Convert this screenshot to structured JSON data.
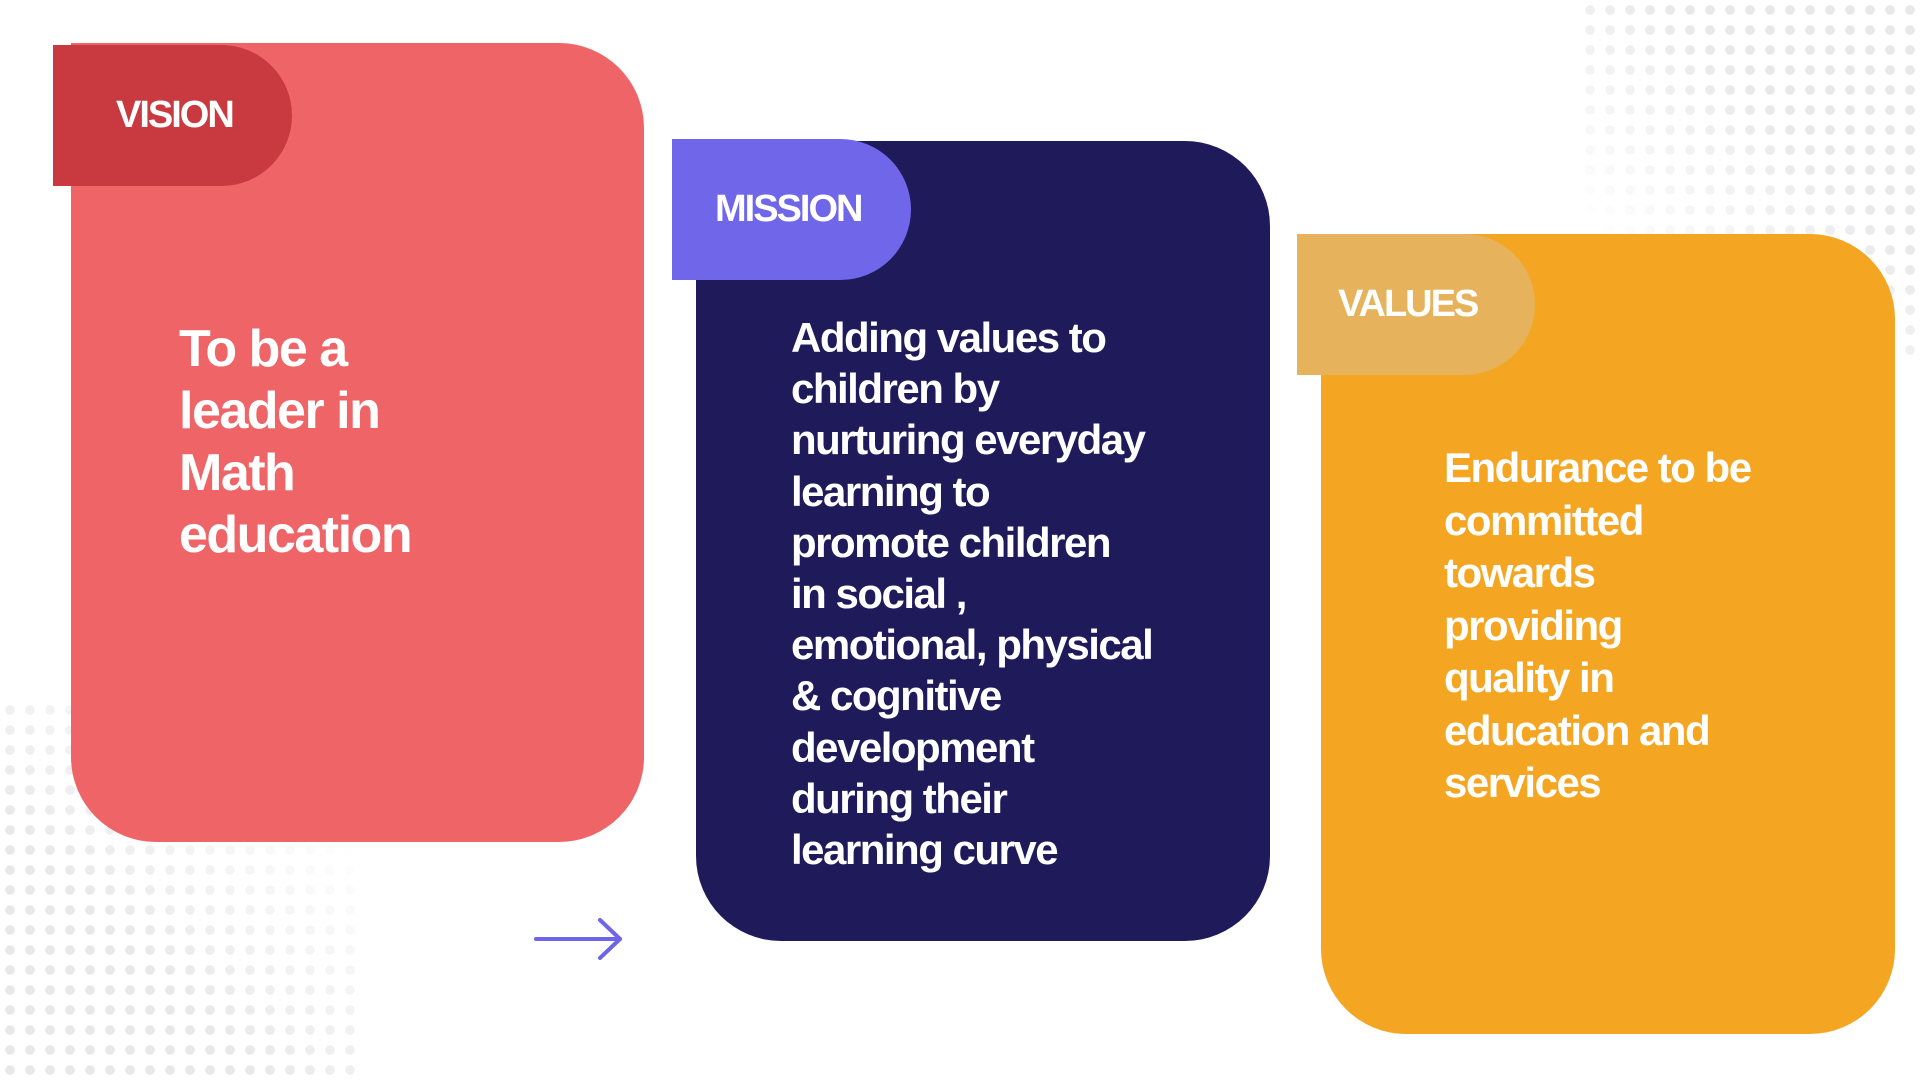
{
  "background_color": "#ffffff",
  "vision": {
    "label": "VISION",
    "lines": [
      "To be a",
      "leader in",
      "Math",
      "education"
    ],
    "card_color": "#ee6467",
    "tab_color": "#c83a3f"
  },
  "mission": {
    "label": "MISSION",
    "lines": [
      "Adding values to",
      "children by",
      "nurturing everyday",
      "learning to",
      "promote children",
      "in social ,",
      "emotional, physical",
      "& cognitive",
      "development",
      "during their",
      "learning curve"
    ],
    "card_color": "#1f1b5b",
    "tab_color": "#7066ea"
  },
  "values": {
    "label": "VALUES",
    "lines": [
      "Endurance to be",
      "committed",
      "towards",
      "providing",
      "quality in",
      "education and",
      "services"
    ],
    "card_color": "#f4a623",
    "tab_color": "#e6b35c"
  },
  "arrow": {
    "icon": "arrow-right-icon",
    "color": "#6f64e8"
  }
}
